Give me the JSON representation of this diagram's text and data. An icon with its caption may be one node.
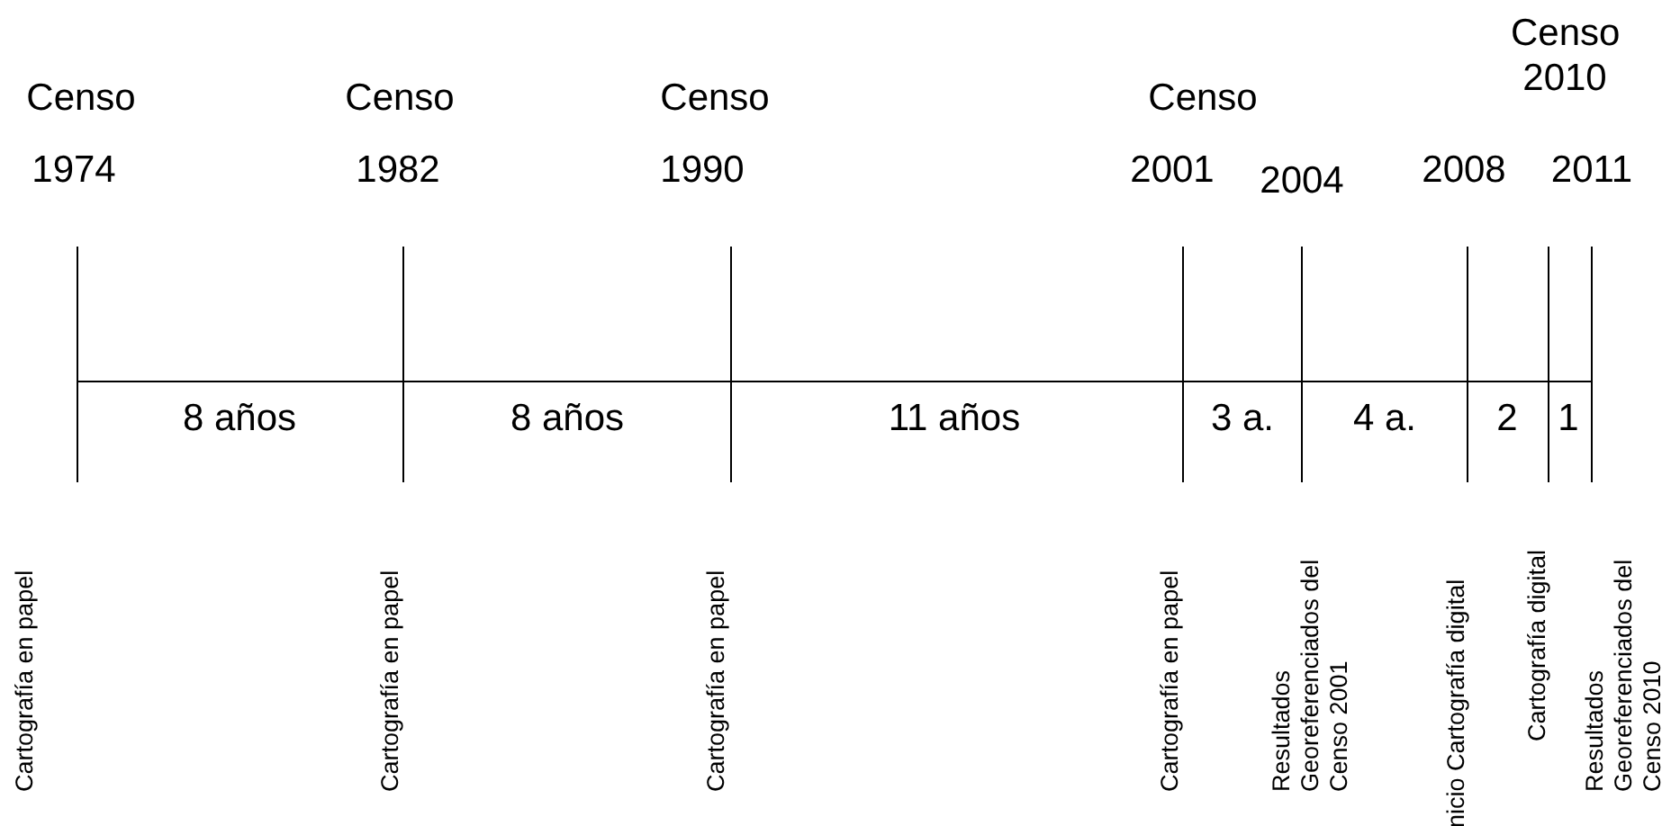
{
  "diagram": {
    "labels": [
      "Censo 2010",
      "Censo",
      "Censo",
      "Censo",
      "Censo",
      "1974",
      "1982",
      "1990",
      "2001",
      "2004",
      "2008",
      "2011",
      "8 años",
      "8 años",
      "11 años",
      "3 a.",
      "4 a.",
      "2",
      "1",
      "Cartografía en papel",
      "Cartografía en papel",
      "Cartografía en papel",
      "Cartografía en papel",
      "Resultados Georeferenciados del Censo 2001",
      "nicio Cartografía digital",
      "Cartografía digital",
      "Resultados Georeferenciados del Censo 2010"
    ]
  }
}
